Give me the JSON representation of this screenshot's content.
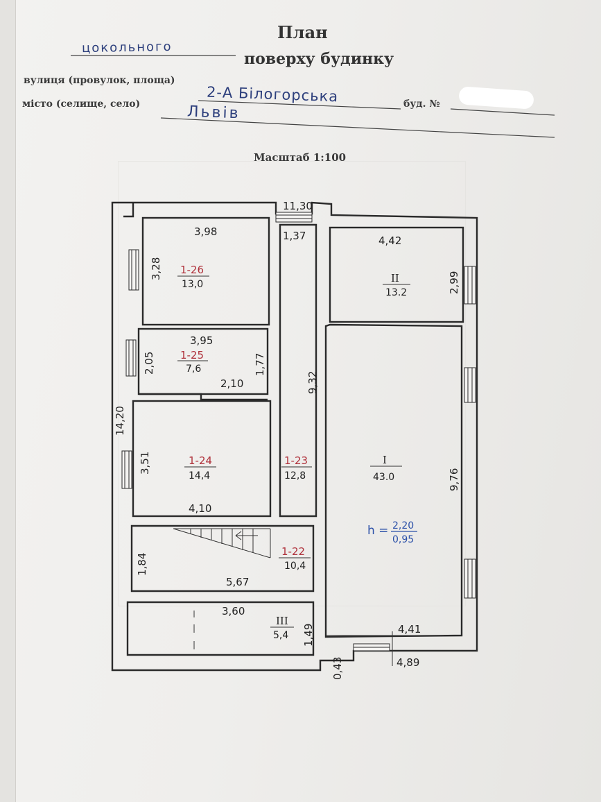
{
  "header": {
    "title": "План",
    "floor_handwritten": "цокольного",
    "floor_printed": "поверху будинку",
    "street_label": "вулиця (провулок, площа)",
    "street_value": "2-А Білогорська",
    "building_label": "буд. №",
    "city_label": "місто (селище, село)",
    "city_value": "Львів",
    "scale": "Масштаб 1:100"
  },
  "plan": {
    "overall": {
      "width": "11,30",
      "height": "14,20",
      "offset": "0,43",
      "bottom": "4,89"
    },
    "rooms": [
      {
        "code": "1-26",
        "area": "13,0",
        "w": "3,98",
        "h": "3,28"
      },
      {
        "code": "1-25",
        "area": "7,6",
        "w": "3,95",
        "h": "2,05",
        "d1": "1,77",
        "d2": "2,10"
      },
      {
        "code": "1-24",
        "area": "14,4",
        "w": "4,10",
        "h": "3,51"
      },
      {
        "code": "1-23",
        "area": "12,8",
        "w": "1,37",
        "h": "9,32"
      },
      {
        "code": "1-22",
        "area": "10,4",
        "w": "5,67",
        "h": "1,84"
      },
      {
        "code": "I",
        "area": "43.0",
        "w": "4,41",
        "h": "9,76"
      },
      {
        "code": "II",
        "area": "13.2",
        "w": "4,42",
        "h": "2,99"
      },
      {
        "code": "III",
        "area": "5,4",
        "w": "3,60",
        "h": "1,49"
      }
    ],
    "height_note": {
      "prefix": "h =",
      "value": "2,20",
      "sub": "0,95"
    }
  }
}
